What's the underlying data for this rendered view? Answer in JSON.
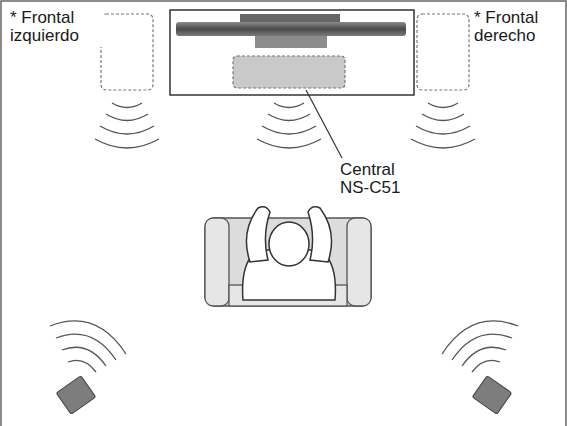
{
  "diagram": {
    "labels": [
      "* Frontal izquierdo",
      "* Frontal derecho",
      "Central NS-C51"
    ]
  }
}
